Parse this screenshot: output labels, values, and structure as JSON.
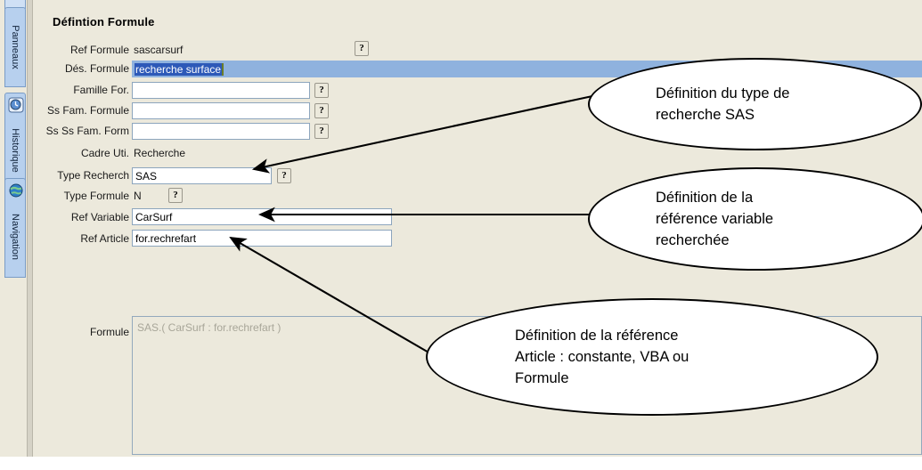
{
  "window": {
    "panel_title": "Défintion Formule"
  },
  "sidebar": {
    "tabs": [
      {
        "label": "Panneaux",
        "icon": "panels-icon"
      },
      {
        "label": "Historique",
        "icon": "history-clock-icon"
      },
      {
        "label": "Navigation",
        "icon": "globe-icon"
      }
    ]
  },
  "form": {
    "rows": [
      {
        "label": "Ref Formule",
        "value": "sascarsurf",
        "type": "static",
        "help": "?"
      },
      {
        "label": "Dés. Formule",
        "value": "recherche surface",
        "type": "focused",
        "help": ""
      },
      {
        "label": "Famille For.",
        "value": "",
        "type": "input",
        "help": "?"
      },
      {
        "label": "Ss Fam. Formule",
        "value": "",
        "type": "input",
        "help": "?"
      },
      {
        "label": "Ss Ss Fam. Form",
        "value": "",
        "type": "input",
        "help": "?"
      },
      {
        "label": "Cadre Uti.",
        "value": "Recherche",
        "type": "static",
        "help": ""
      },
      {
        "label": "Type Recherch",
        "value": "SAS",
        "type": "input",
        "help": "?"
      },
      {
        "label": "Type Formule",
        "value": "N",
        "type": "static",
        "help": "?"
      },
      {
        "label": "Ref Variable",
        "value": "CarSurf",
        "type": "input",
        "help": ""
      },
      {
        "label": "Ref Article",
        "value": "for.rechrefart",
        "type": "input",
        "help": ""
      }
    ],
    "formula": {
      "label": "Formule",
      "value": "SAS.( CarSurf : for.rechrefart )"
    }
  },
  "annotations": [
    {
      "text": "Définition du type de\nrecherche SAS"
    },
    {
      "text": "Définition de la\nréférence variable\nrecherchée"
    },
    {
      "text": "Définition de la référence\nArticle : constante, VBA ou\nFormule"
    }
  ],
  "colors": {
    "panel_background": "#ece9dc",
    "field_border": "#8ca5bd",
    "focused_field": "#8fb2de",
    "selection": "#2d59b8",
    "tab_blue": "#b7d0ee",
    "annotation_stroke": "#000000"
  }
}
